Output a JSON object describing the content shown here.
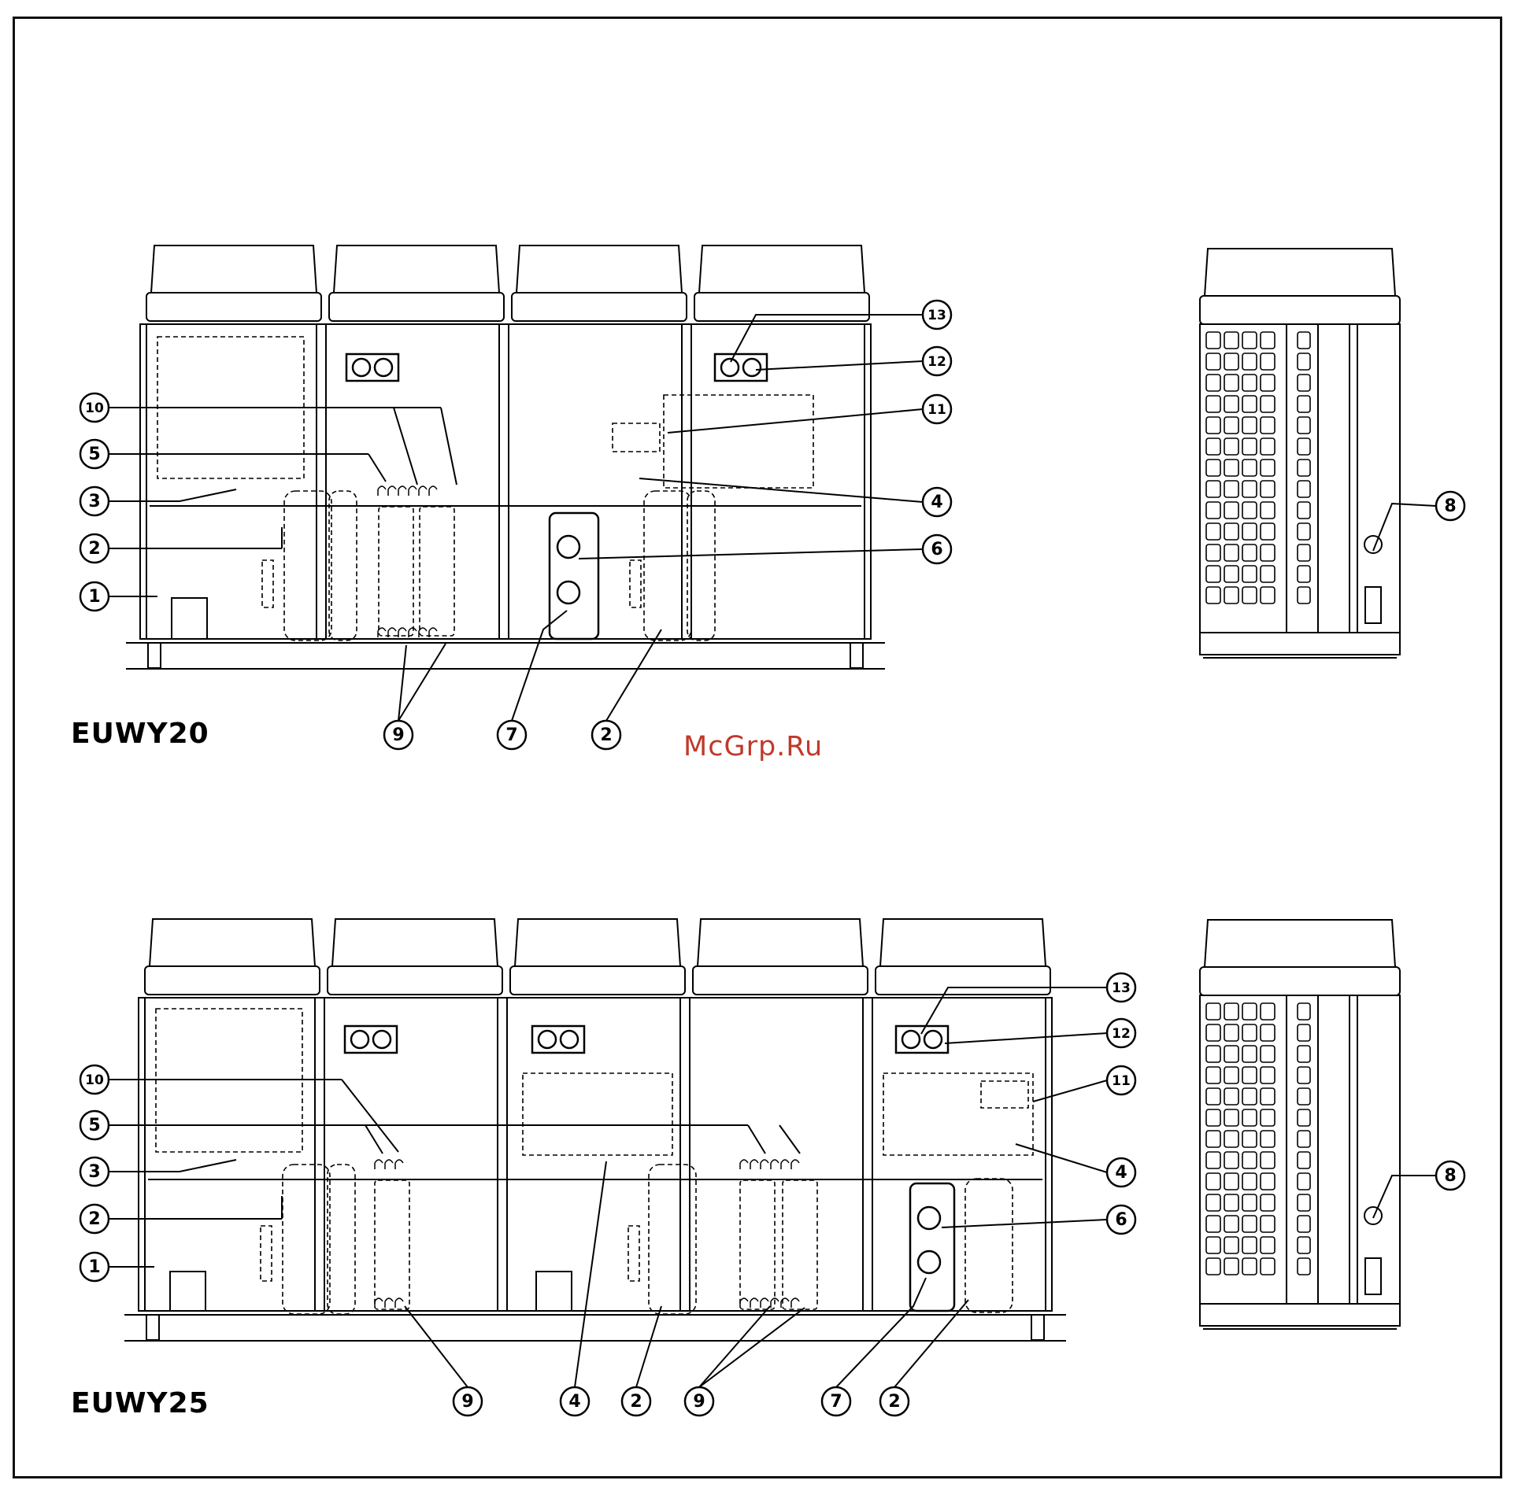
{
  "watermark": "McGrp.Ru",
  "models": [
    {
      "label": "EUWY20",
      "callouts": [
        "1",
        "2",
        "3",
        "5",
        "10",
        "13",
        "12",
        "11",
        "4",
        "6",
        "9",
        "7",
        "2",
        "8"
      ]
    },
    {
      "label": "EUWY25",
      "callouts": [
        "1",
        "2",
        "3",
        "5",
        "10",
        "13",
        "12",
        "11",
        "4",
        "6",
        "9",
        "4",
        "2",
        "9",
        "7",
        "2",
        "8"
      ]
    }
  ]
}
